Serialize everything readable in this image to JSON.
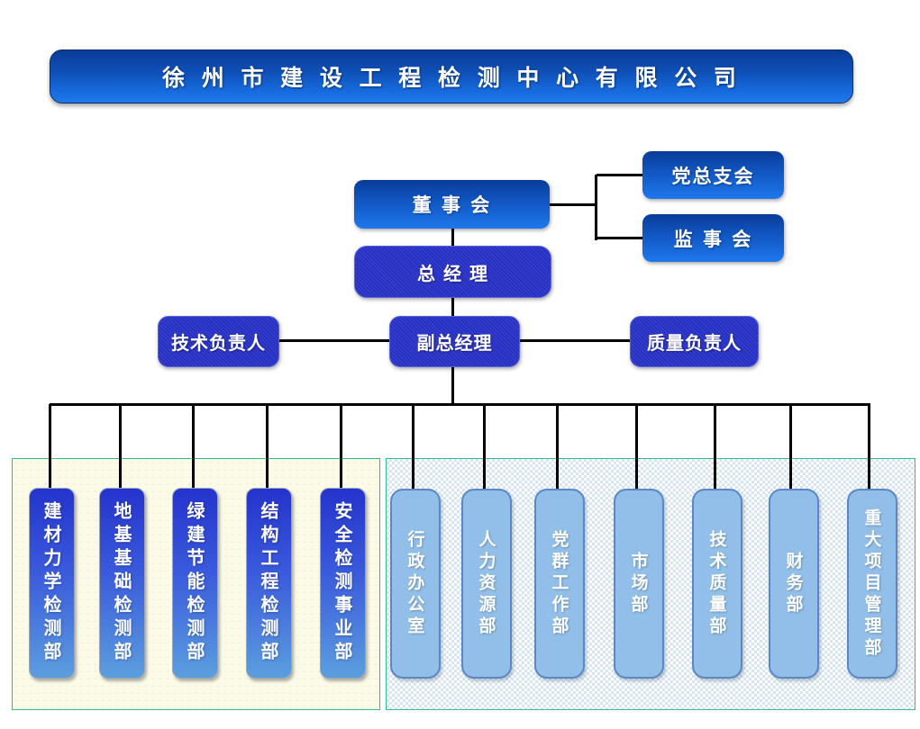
{
  "banner": {
    "title": "徐 州 市 建 设 工 程 检 测 中 心 有 限 公 司"
  },
  "org": {
    "board": "董 事 会",
    "party_general_branch": "党总支会",
    "supervisory_board": "监 事 会",
    "general_manager": "总 经 理",
    "technical_director": "技术负责人",
    "deputy_general_manager": "副总经理",
    "quality_director": "质量负责人"
  },
  "testing_departments": {
    "items": [
      "建材力学检测部",
      "地基基础检测部",
      "绿建节能检测部",
      "结构工程检测部",
      "安全检测事业部"
    ]
  },
  "functional_departments": {
    "items": [
      "行政办公室",
      "人力资源部",
      "党群工作部",
      "市场部",
      "技术质量部",
      "财务部",
      "重大项目管理部"
    ]
  },
  "colors": {
    "gradient_box_top": "#0A3C98",
    "gradient_box_bottom": "#1E78EC",
    "royal_blue_box": "#2730C5",
    "left_dept_gradient_top": "#2433CC",
    "left_dept_gradient_bottom": "#5C9EDE",
    "right_dept_fill": "#92BFE9",
    "right_dept_border": "#5B88C4",
    "left_panel_bg": "#FCFBE7",
    "right_panel_bg": "#D7E5F3",
    "panel_border": "#2FBE8F",
    "connector": "#000000",
    "text": "#FFFFFF"
  }
}
